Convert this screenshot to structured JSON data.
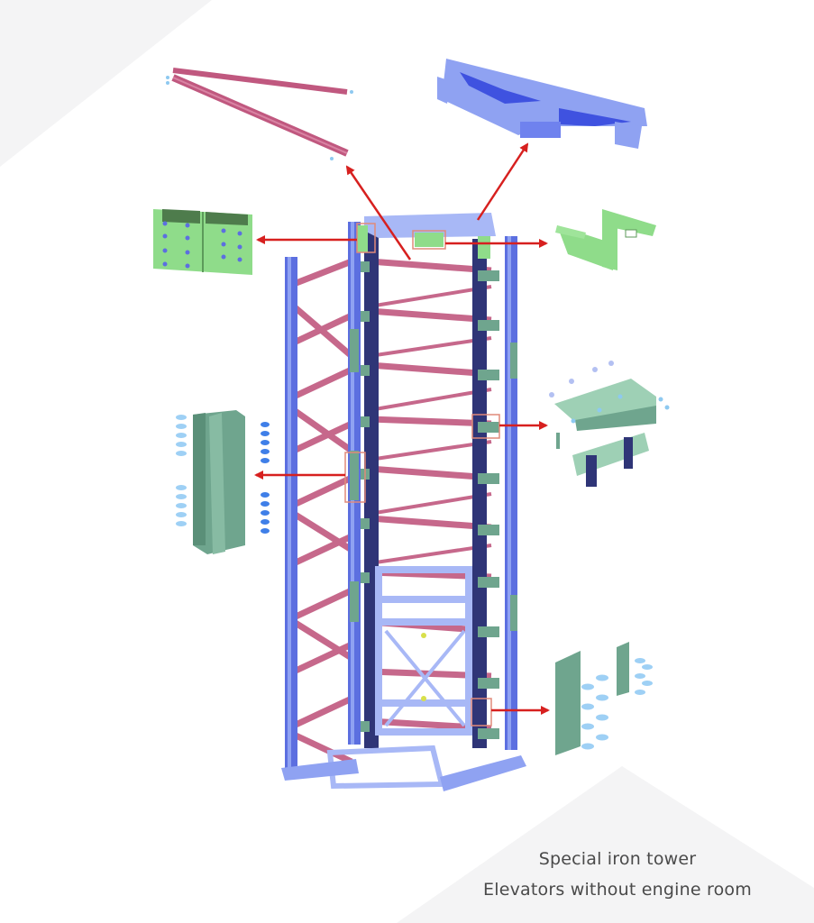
{
  "caption": {
    "line1": "Special iron tower",
    "line2": "Elevators without engine room"
  },
  "colors": {
    "background": "#ffffff",
    "background_triangle": "#f4f4f5",
    "column_blue": "#5c6fe0",
    "column_light_blue": "#8fa2f2",
    "rail_dark": "#2f3577",
    "brace_pink": "#c0587f",
    "bracket_green": "#8fdc8a",
    "plate_green": "#6fa58e",
    "bolt_blue": "#8ec9f0",
    "arrow_red": "#d7201f",
    "callout_box": "#e08a7a",
    "caption_text": "#4a4a4a"
  },
  "diagram": {
    "title": "Exploded view of steel elevator shaft tower",
    "main_structure": "iron-tower-frame",
    "callouts": [
      {
        "id": "top-diagonal-beam",
        "description": "Pink diagonal top beams with bolts",
        "direction": "up-left"
      },
      {
        "id": "top-crossbeam",
        "description": "Blue top machine crossbeam",
        "direction": "up-right"
      },
      {
        "id": "upper-left-bracket",
        "description": "Green double bracket plate",
        "direction": "left"
      },
      {
        "id": "upper-right-bracket",
        "description": "Green U-channel bracket",
        "direction": "right"
      },
      {
        "id": "rail-bracket",
        "description": "Rail bracket assembly with T-bolts",
        "direction": "right"
      },
      {
        "id": "column-splice",
        "description": "Green column splice with bolts",
        "direction": "left"
      },
      {
        "id": "splice-plates",
        "description": "Splice plates with bolts",
        "direction": "right"
      }
    ]
  }
}
